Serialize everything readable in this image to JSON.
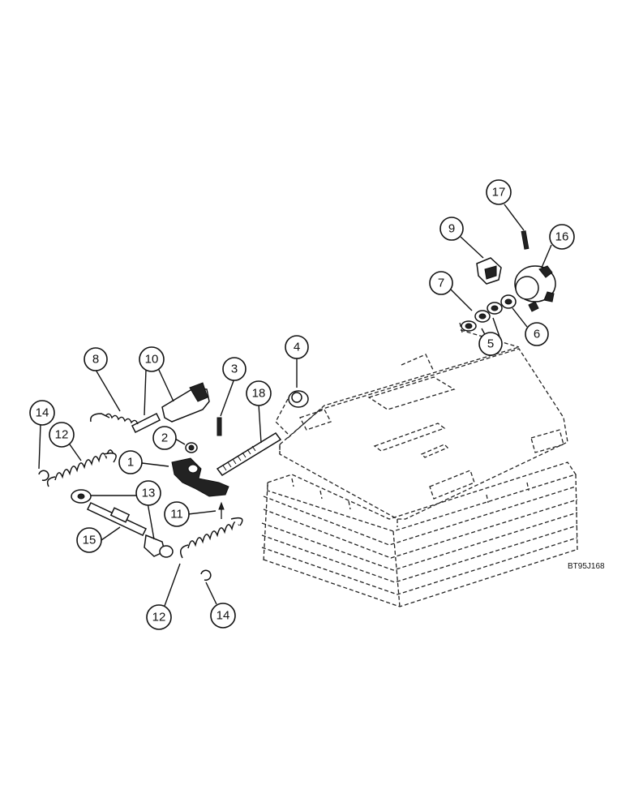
{
  "diagram": {
    "reference_code": "BT95J168",
    "callouts": [
      {
        "id": "c17",
        "label": "17"
      },
      {
        "id": "c16",
        "label": "16"
      },
      {
        "id": "c9",
        "label": "9"
      },
      {
        "id": "c7",
        "label": "7"
      },
      {
        "id": "c6",
        "label": "6"
      },
      {
        "id": "c5",
        "label": "5"
      },
      {
        "id": "c4",
        "label": "4"
      },
      {
        "id": "c8",
        "label": "8"
      },
      {
        "id": "c10",
        "label": "10"
      },
      {
        "id": "c3",
        "label": "3"
      },
      {
        "id": "c18",
        "label": "18"
      },
      {
        "id": "c14a",
        "label": "14"
      },
      {
        "id": "c12a",
        "label": "12"
      },
      {
        "id": "c2",
        "label": "2"
      },
      {
        "id": "c1",
        "label": "1"
      },
      {
        "id": "c13",
        "label": "13"
      },
      {
        "id": "c11",
        "label": "11"
      },
      {
        "id": "c15",
        "label": "15"
      },
      {
        "id": "c12b",
        "label": "12"
      },
      {
        "id": "c14b",
        "label": "14"
      }
    ]
  }
}
